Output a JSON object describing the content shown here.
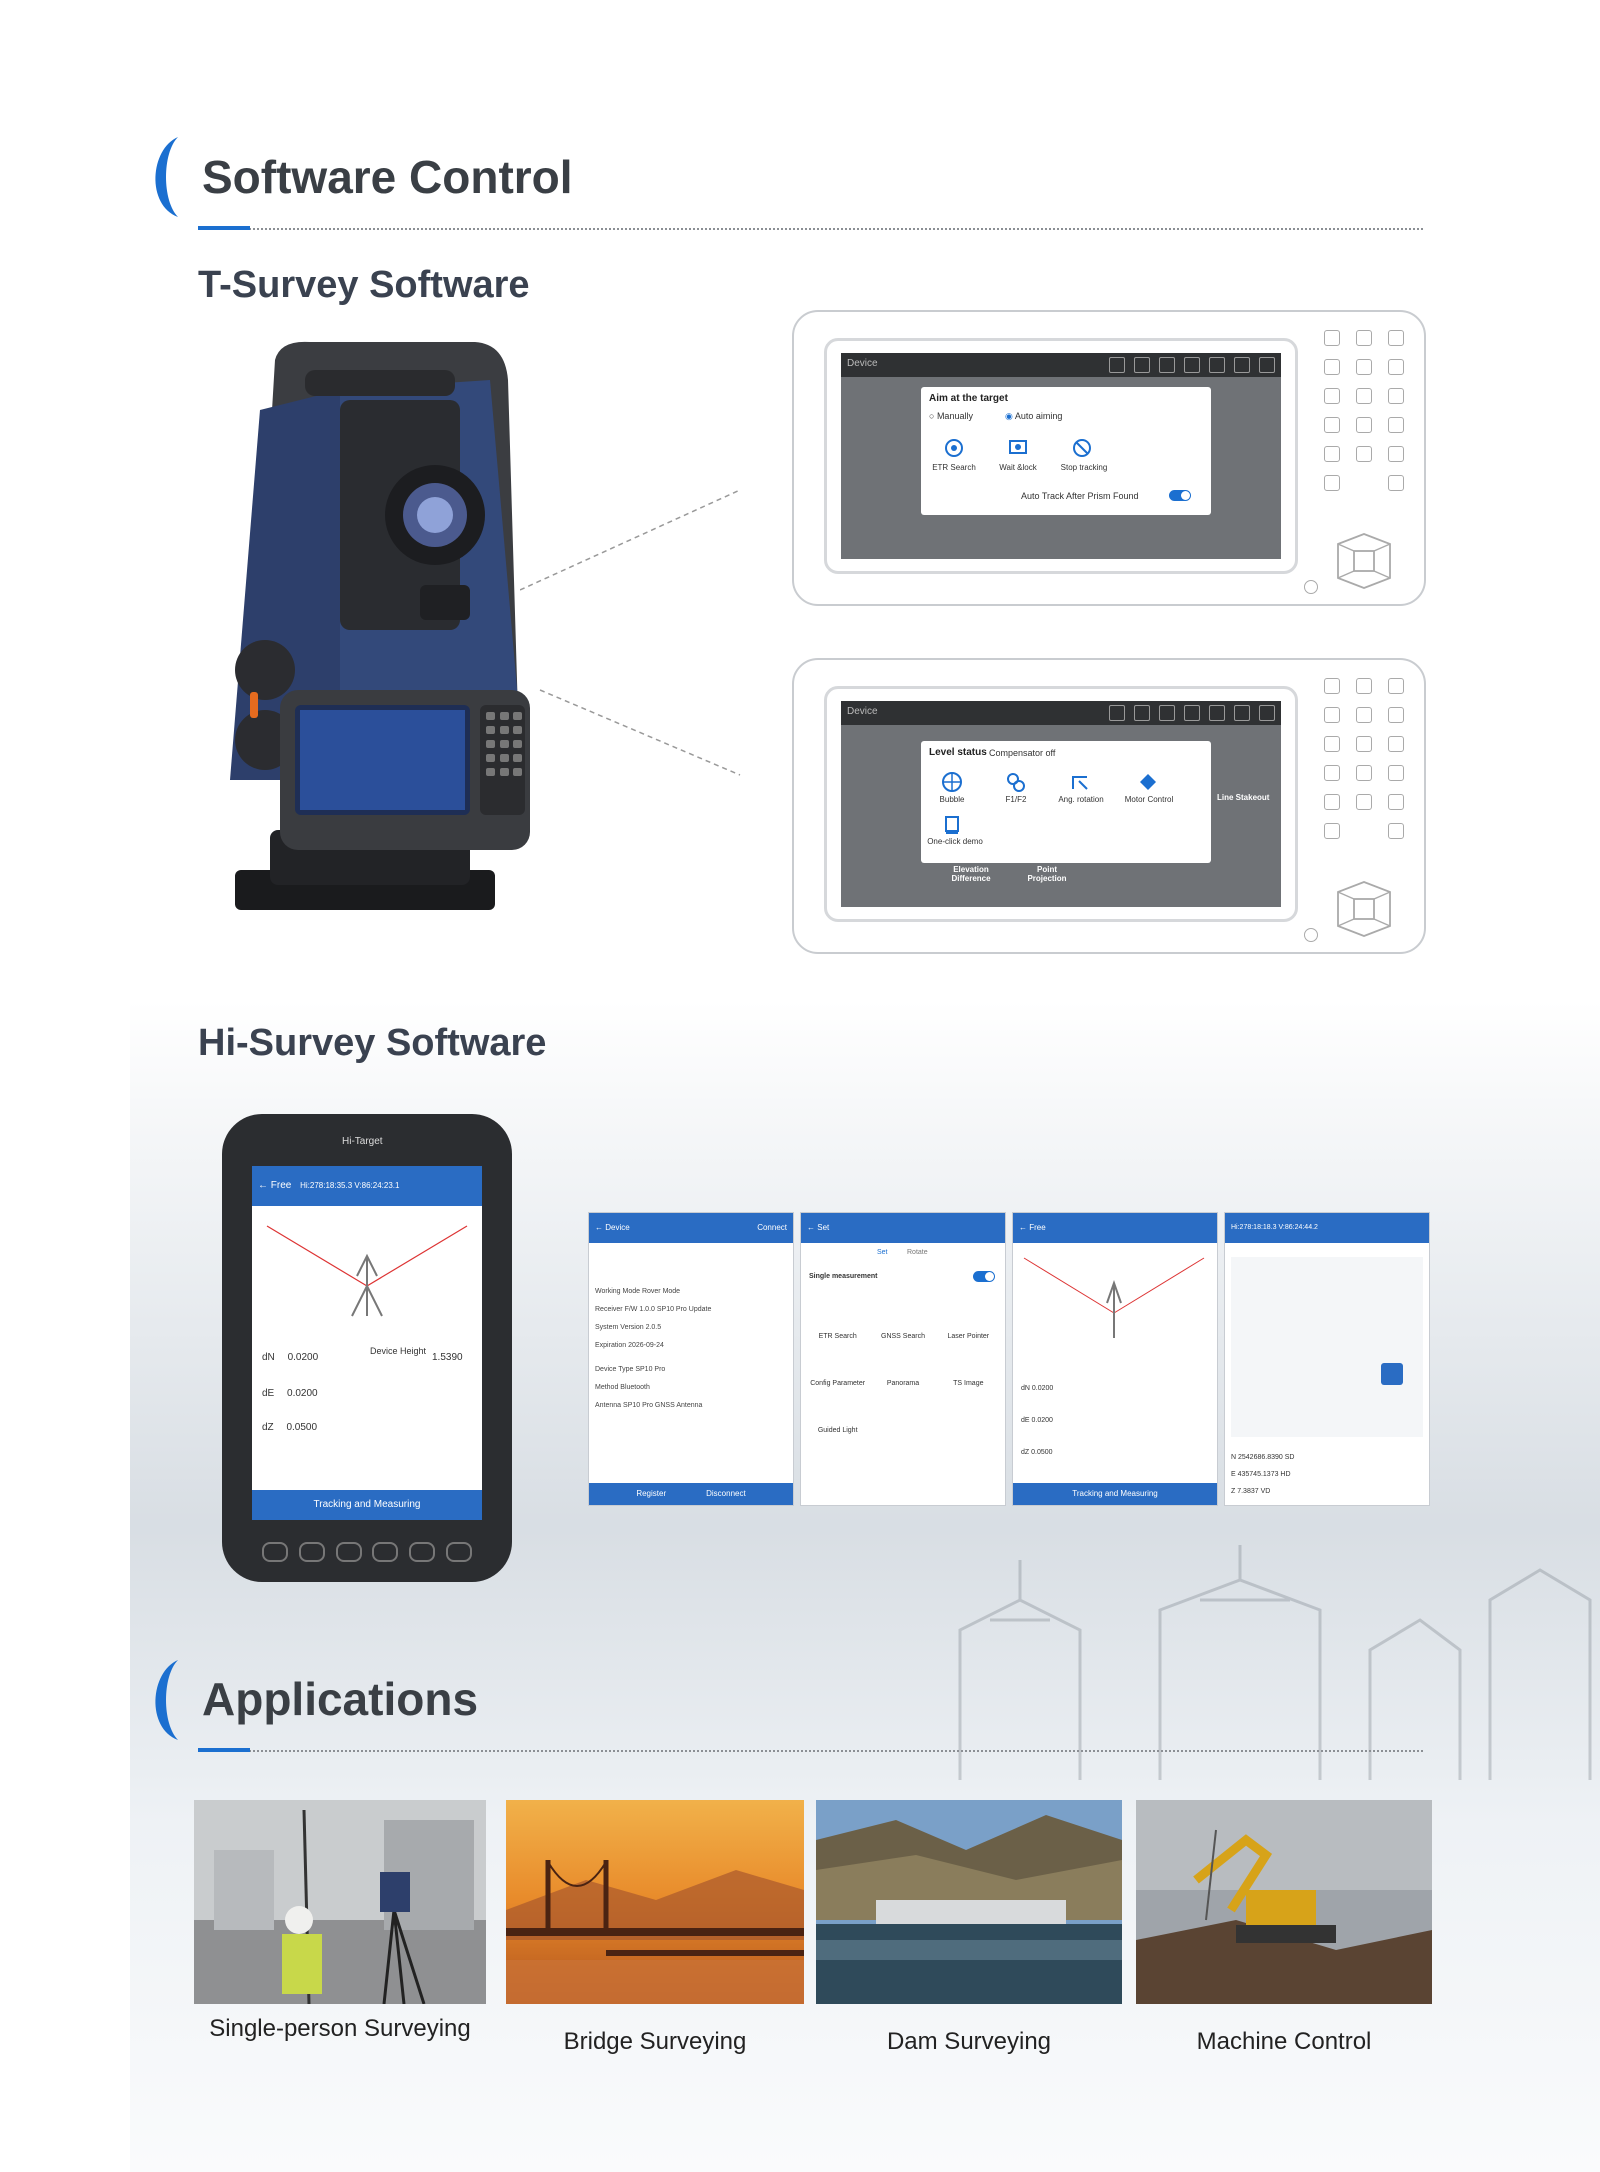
{
  "sections": {
    "software": {
      "title": "Software Control"
    },
    "applications": {
      "title": "Applications"
    }
  },
  "t_survey": {
    "title": "T-Survey Software",
    "panel1": {
      "header": "Device",
      "dialog_title": "Aim at the target",
      "opt_manual": "Manually",
      "opt_auto": "Auto aiming",
      "icons": [
        "ETR Search",
        "Wait &lock",
        "Stop tracking"
      ],
      "toggle_label": "Auto Track After Prism Found"
    },
    "panel2": {
      "header": "Device",
      "dialog_title": "Level status",
      "dialog_status": "Compensator off",
      "icons": [
        "Bubble",
        "F1/F2",
        "Ang. rotation",
        "Motor Control"
      ],
      "extra_icon": "One-click demo",
      "right_label": "Line Stakeout",
      "bottom_left": "Elevation Difference",
      "bottom_right": "Point Projection"
    }
  },
  "hi_survey": {
    "title": "Hi-Survey Software",
    "tablet": {
      "brand": "Hi-Target",
      "mode": "Free",
      "angles": "Hi:278:18:35.3 V:86:24:23.1",
      "dn": "0.0200",
      "de": "0.0200",
      "dz": "0.0500",
      "device_height_label": "Device Height",
      "device_height": "1.5390",
      "footer": "Tracking and Measuring"
    },
    "shots": [
      {
        "header": "Device",
        "right": "Connect",
        "rows": [
          "Working Mode Rover Mode",
          "Receiver F/W 1.0.0 SP10 Pro Update",
          "System Version 2.0.5",
          "Expiration 2026-09-24",
          "Device Type SP10 Pro",
          "Method Bluetooth",
          "Antenna SP10 Pro GNSS Antenna"
        ],
        "foot_left": "Register",
        "foot_right": "Disconnect"
      },
      {
        "header": "Set",
        "tabs": [
          "Set",
          "Rotate"
        ],
        "rows": [
          "Single measurement"
        ],
        "icons": [
          "ETR Search",
          "GNSS Search",
          "Laser Pointer",
          "Config Parameter",
          "Panorama",
          "TS Image",
          "Guided Light"
        ]
      },
      {
        "header": "Free",
        "rows": [
          "dN 0.0200",
          "dE 0.0200",
          "dZ 0.0500"
        ],
        "foot": "Tracking and Measuring"
      },
      {
        "header": "Hi:278:18:18.3 V:86:24:44.2",
        "rows": [
          "N 2542686.8390 SD",
          "E 435745.1373 HD",
          "Z 7.3837 VD"
        ]
      }
    ]
  },
  "apps": [
    {
      "caption": "Single-person Surveying"
    },
    {
      "caption": "Bridge Surveying"
    },
    {
      "caption": "Dam Surveying"
    },
    {
      "caption": "Machine Control"
    }
  ],
  "colors": {
    "accent": "#1b6fd0",
    "title": "#3a3f45",
    "device_blue": "#2d3f6b"
  }
}
